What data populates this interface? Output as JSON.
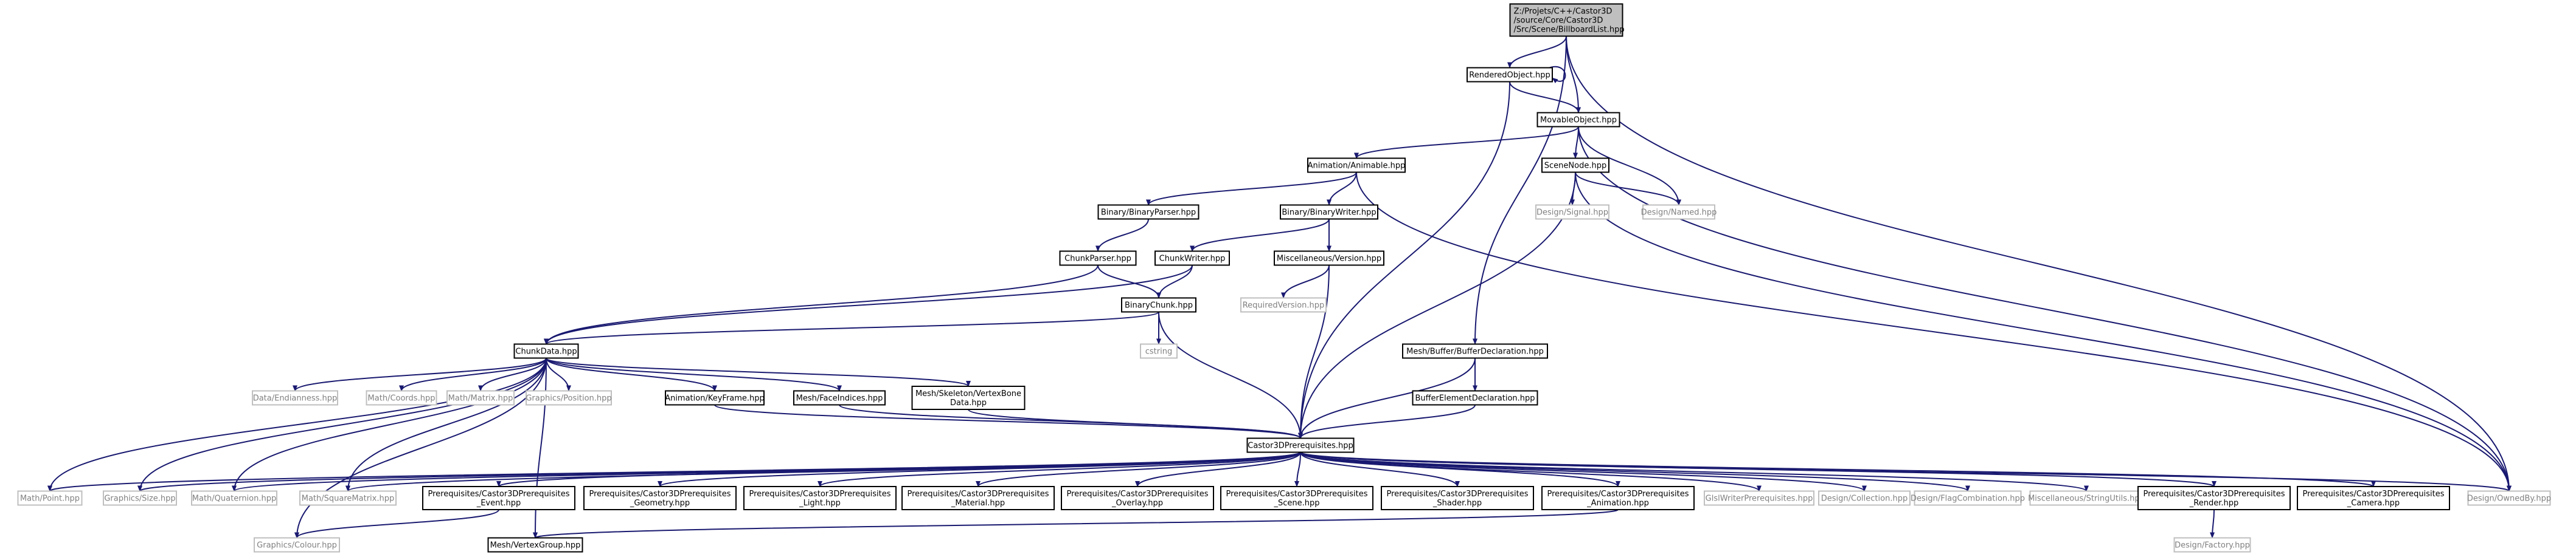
{
  "colors": {
    "root_fill": "#bfbfbf",
    "node_stroke": "#000000",
    "node_fill": "#ffffff",
    "missing_stroke": "#bfbfbf",
    "missing_text": "#808080",
    "text": "#000000",
    "edge": "#191970"
  },
  "nodes": [
    {
      "id": "root",
      "kind": "root",
      "lines": [
        "Z:/Projets/C++/Castor3D",
        "/source/Core/Castor3D",
        "/Src/Scene/BillboardList.hpp"
      ]
    },
    {
      "id": "rendered",
      "kind": "documented",
      "lines": [
        "RenderedObject.hpp"
      ]
    },
    {
      "id": "movable",
      "kind": "documented",
      "lines": [
        "MovableObject.hpp"
      ]
    },
    {
      "id": "animable",
      "kind": "documented",
      "lines": [
        "Animation/Animable.hpp"
      ]
    },
    {
      "id": "scenenode",
      "kind": "documented",
      "lines": [
        "SceneNode.hpp"
      ]
    },
    {
      "id": "binparser",
      "kind": "documented",
      "lines": [
        "Binary/BinaryParser.hpp"
      ]
    },
    {
      "id": "binwriter",
      "kind": "documented",
      "lines": [
        "Binary/BinaryWriter.hpp"
      ]
    },
    {
      "id": "signal",
      "kind": "missing",
      "lines": [
        "Design/Signal.hpp"
      ]
    },
    {
      "id": "named",
      "kind": "missing",
      "lines": [
        "Design/Named.hpp"
      ]
    },
    {
      "id": "chunkparser",
      "kind": "documented",
      "lines": [
        "ChunkParser.hpp"
      ]
    },
    {
      "id": "chunkwriter",
      "kind": "documented",
      "lines": [
        "ChunkWriter.hpp"
      ]
    },
    {
      "id": "version",
      "kind": "documented",
      "lines": [
        "Miscellaneous/Version.hpp"
      ]
    },
    {
      "id": "reqversion",
      "kind": "missing",
      "lines": [
        "RequiredVersion.hpp"
      ]
    },
    {
      "id": "binchunk",
      "kind": "documented",
      "lines": [
        "BinaryChunk.hpp"
      ]
    },
    {
      "id": "cstring",
      "kind": "missing",
      "lines": [
        "cstring"
      ]
    },
    {
      "id": "chunkdata",
      "kind": "documented",
      "lines": [
        "ChunkData.hpp"
      ]
    },
    {
      "id": "bufdecl",
      "kind": "documented",
      "lines": [
        "Mesh/Buffer/BufferDeclaration.hpp"
      ]
    },
    {
      "id": "bufelem",
      "kind": "documented",
      "lines": [
        "BufferElementDeclaration.hpp"
      ]
    },
    {
      "id": "endian",
      "kind": "missing",
      "lines": [
        "Data/Endianness.hpp"
      ]
    },
    {
      "id": "coords",
      "kind": "missing",
      "lines": [
        "Math/Coords.hpp"
      ]
    },
    {
      "id": "matrix",
      "kind": "missing",
      "lines": [
        "Math/Matrix.hpp"
      ]
    },
    {
      "id": "position",
      "kind": "missing",
      "lines": [
        "Graphics/Position.hpp"
      ]
    },
    {
      "id": "keyframe",
      "kind": "documented",
      "lines": [
        "Animation/KeyFrame.hpp"
      ]
    },
    {
      "id": "faceind",
      "kind": "documented",
      "lines": [
        "Mesh/FaceIndices.hpp"
      ]
    },
    {
      "id": "vertexbone",
      "kind": "documented",
      "lines": [
        "Mesh/Skeleton/VertexBone",
        "Data.hpp"
      ]
    },
    {
      "id": "prereq",
      "kind": "documented",
      "lines": [
        "Castor3DPrerequisites.hpp"
      ]
    },
    {
      "id": "point",
      "kind": "missing",
      "lines": [
        "Math/Point.hpp"
      ]
    },
    {
      "id": "size",
      "kind": "missing",
      "lines": [
        "Graphics/Size.hpp"
      ]
    },
    {
      "id": "quat",
      "kind": "missing",
      "lines": [
        "Math/Quaternion.hpp"
      ]
    },
    {
      "id": "sqmatrix",
      "kind": "missing",
      "lines": [
        "Math/SquareMatrix.hpp"
      ]
    },
    {
      "id": "p_event",
      "kind": "documented",
      "lines": [
        "Prerequisites/Castor3DPrerequisites",
        "_Event.hpp"
      ]
    },
    {
      "id": "p_geom",
      "kind": "documented",
      "lines": [
        "Prerequisites/Castor3DPrerequisites",
        "_Geometry.hpp"
      ]
    },
    {
      "id": "p_light",
      "kind": "documented",
      "lines": [
        "Prerequisites/Castor3DPrerequisites",
        "_Light.hpp"
      ]
    },
    {
      "id": "p_mat",
      "kind": "documented",
      "lines": [
        "Prerequisites/Castor3DPrerequisites",
        "_Material.hpp"
      ]
    },
    {
      "id": "p_overlay",
      "kind": "documented",
      "lines": [
        "Prerequisites/Castor3DPrerequisites",
        "_Overlay.hpp"
      ]
    },
    {
      "id": "p_scene",
      "kind": "documented",
      "lines": [
        "Prerequisites/Castor3DPrerequisites",
        "_Scene.hpp"
      ]
    },
    {
      "id": "p_shader",
      "kind": "documented",
      "lines": [
        "Prerequisites/Castor3DPrerequisites",
        "_Shader.hpp"
      ]
    },
    {
      "id": "p_anim",
      "kind": "documented",
      "lines": [
        "Prerequisites/Castor3DPrerequisites",
        "_Animation.hpp"
      ]
    },
    {
      "id": "glsl",
      "kind": "missing",
      "lines": [
        "GlslWriterPrerequisites.hpp"
      ]
    },
    {
      "id": "collection",
      "kind": "missing",
      "lines": [
        "Design/Collection.hpp"
      ]
    },
    {
      "id": "flagcomb",
      "kind": "missing",
      "lines": [
        "Design/FlagCombination.hpp"
      ]
    },
    {
      "id": "strutils",
      "kind": "missing",
      "lines": [
        "Miscellaneous/StringUtils.hpp"
      ]
    },
    {
      "id": "p_render",
      "kind": "documented",
      "lines": [
        "Prerequisites/Castor3DPrerequisites",
        "_Render.hpp"
      ]
    },
    {
      "id": "p_camera",
      "kind": "documented",
      "lines": [
        "Prerequisites/Castor3DPrerequisites",
        "_Camera.hpp"
      ]
    },
    {
      "id": "ownedby",
      "kind": "missing",
      "lines": [
        "Design/OwnedBy.hpp"
      ]
    },
    {
      "id": "colour",
      "kind": "missing",
      "lines": [
        "Graphics/Colour.hpp"
      ]
    },
    {
      "id": "vertexgroup",
      "kind": "documented",
      "lines": [
        "Mesh/VertexGroup.hpp"
      ]
    },
    {
      "id": "factory",
      "kind": "missing",
      "lines": [
        "Design/Factory.hpp"
      ]
    }
  ],
  "edges": [
    [
      "root",
      "rendered"
    ],
    [
      "root",
      "movable"
    ],
    [
      "root",
      "bufdecl"
    ],
    [
      "root",
      "ownedby"
    ],
    [
      "rendered",
      "rendered"
    ],
    [
      "rendered",
      "movable"
    ],
    [
      "rendered",
      "prereq"
    ],
    [
      "movable",
      "animable"
    ],
    [
      "movable",
      "scenenode"
    ],
    [
      "movable",
      "named"
    ],
    [
      "movable",
      "ownedby"
    ],
    [
      "animable",
      "binparser"
    ],
    [
      "animable",
      "binwriter"
    ],
    [
      "animable",
      "ownedby"
    ],
    [
      "scenenode",
      "signal"
    ],
    [
      "scenenode",
      "named"
    ],
    [
      "scenenode",
      "prereq"
    ],
    [
      "scenenode",
      "ownedby"
    ],
    [
      "binparser",
      "chunkparser"
    ],
    [
      "binwriter",
      "chunkwriter"
    ],
    [
      "binwriter",
      "version"
    ],
    [
      "chunkparser",
      "binchunk"
    ],
    [
      "chunkparser",
      "chunkdata"
    ],
    [
      "chunkwriter",
      "binchunk"
    ],
    [
      "chunkwriter",
      "chunkdata"
    ],
    [
      "version",
      "reqversion"
    ],
    [
      "version",
      "prereq"
    ],
    [
      "binchunk",
      "cstring"
    ],
    [
      "binchunk",
      "chunkdata"
    ],
    [
      "binchunk",
      "prereq"
    ],
    [
      "bufdecl",
      "bufelem"
    ],
    [
      "bufdecl",
      "prereq"
    ],
    [
      "bufelem",
      "prereq"
    ],
    [
      "chunkdata",
      "endian"
    ],
    [
      "chunkdata",
      "coords"
    ],
    [
      "chunkdata",
      "matrix"
    ],
    [
      "chunkdata",
      "position"
    ],
    [
      "chunkdata",
      "keyframe"
    ],
    [
      "chunkdata",
      "faceind"
    ],
    [
      "chunkdata",
      "vertexbone"
    ],
    [
      "chunkdata",
      "point"
    ],
    [
      "chunkdata",
      "size"
    ],
    [
      "chunkdata",
      "quat"
    ],
    [
      "chunkdata",
      "sqmatrix"
    ],
    [
      "chunkdata",
      "colour"
    ],
    [
      "chunkdata",
      "vertexgroup"
    ],
    [
      "keyframe",
      "prereq"
    ],
    [
      "faceind",
      "prereq"
    ],
    [
      "vertexbone",
      "prereq"
    ],
    [
      "prereq",
      "point"
    ],
    [
      "prereq",
      "size"
    ],
    [
      "prereq",
      "quat"
    ],
    [
      "prereq",
      "sqmatrix"
    ],
    [
      "prereq",
      "p_event"
    ],
    [
      "prereq",
      "p_geom"
    ],
    [
      "prereq",
      "p_light"
    ],
    [
      "prereq",
      "p_mat"
    ],
    [
      "prereq",
      "p_overlay"
    ],
    [
      "prereq",
      "p_scene"
    ],
    [
      "prereq",
      "p_shader"
    ],
    [
      "prereq",
      "p_anim"
    ],
    [
      "prereq",
      "glsl"
    ],
    [
      "prereq",
      "collection"
    ],
    [
      "prereq",
      "flagcomb"
    ],
    [
      "prereq",
      "strutils"
    ],
    [
      "prereq",
      "p_render"
    ],
    [
      "prereq",
      "p_camera"
    ],
    [
      "prereq",
      "ownedby"
    ],
    [
      "p_event",
      "colour"
    ],
    [
      "p_anim",
      "vertexgroup"
    ],
    [
      "p_render",
      "factory"
    ]
  ]
}
